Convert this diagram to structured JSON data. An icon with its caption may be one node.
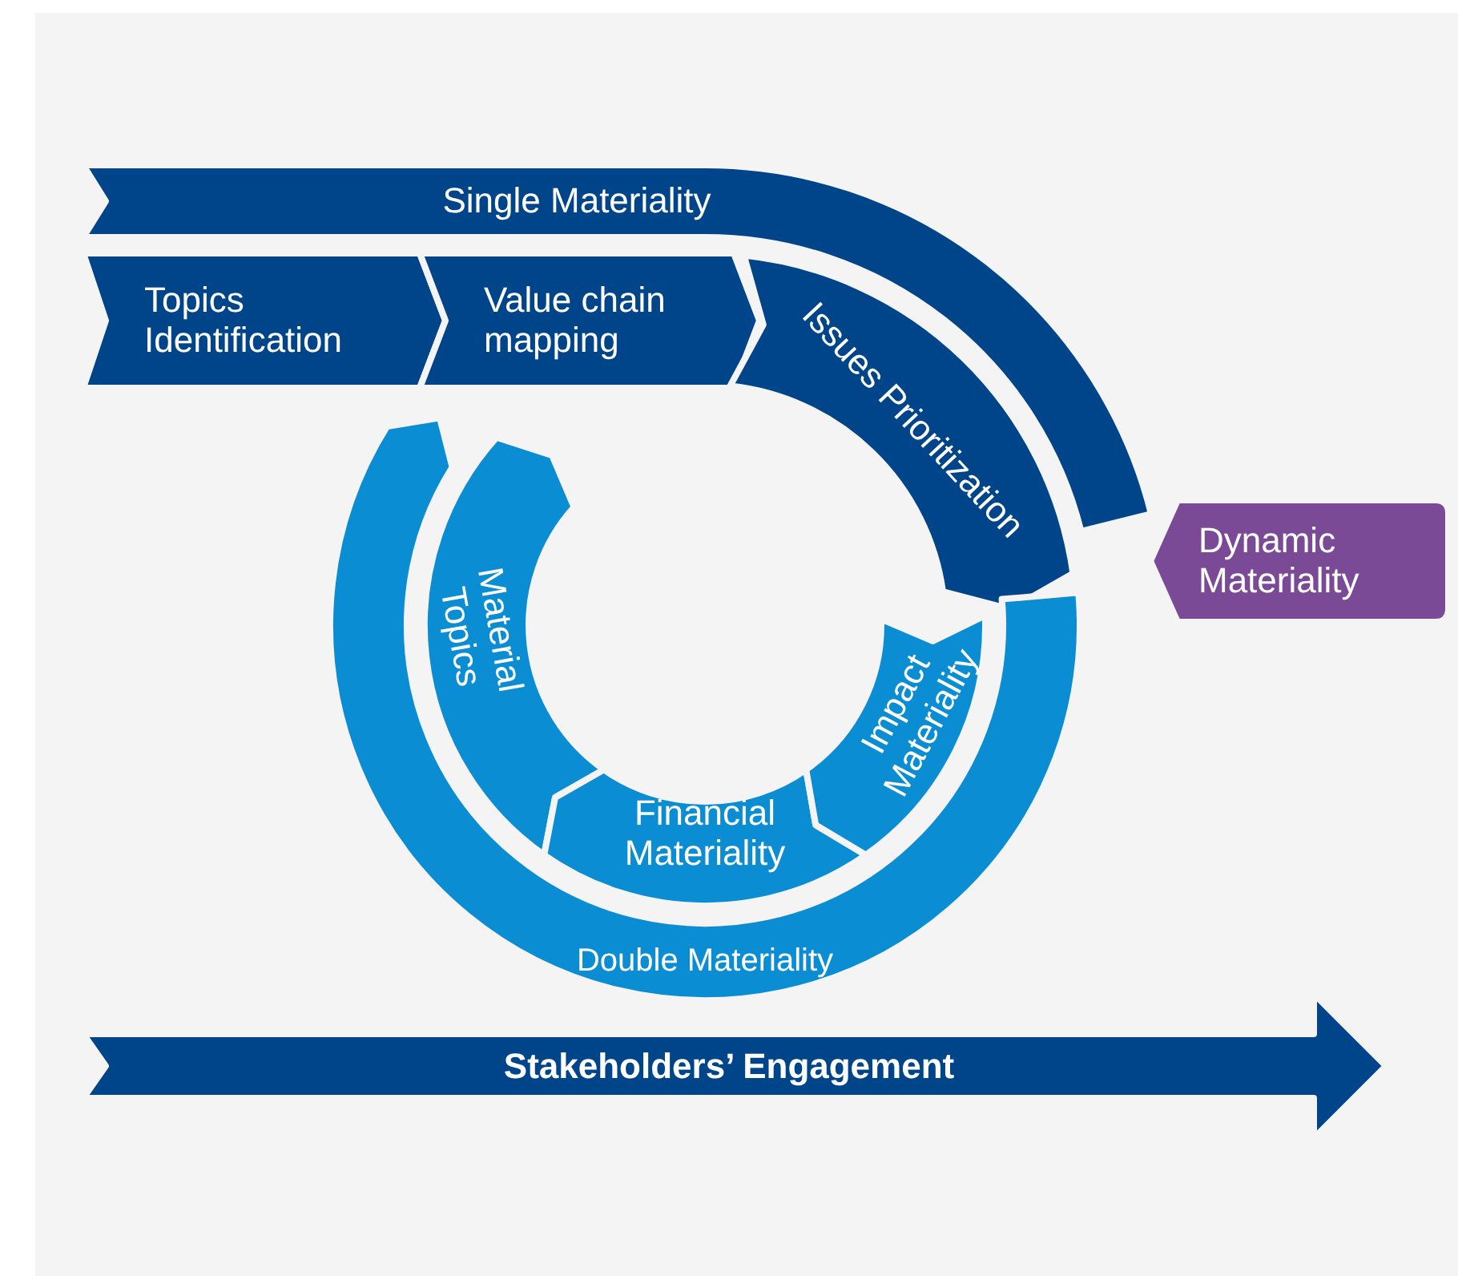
{
  "diagram": {
    "nodes": [
      {
        "text": [
          "Single Materiality"
        ]
      },
      {
        "text": [
          "Topics Identification"
        ]
      },
      {
        "text": [
          "Value chain mapping"
        ]
      },
      {
        "text": [
          "Issues Prioritization"
        ]
      },
      {
        "text": [
          "Dynamic Materiality"
        ]
      },
      {
        "text": [
          "Material Topics"
        ]
      },
      {
        "text": [
          "Financial Materiality"
        ]
      },
      {
        "text": [
          "Impact Materiality"
        ]
      },
      {
        "text": [
          "Double Materiality"
        ]
      },
      {
        "text": [
          "Stakeholders’ Engagement"
        ]
      }
    ]
  }
}
